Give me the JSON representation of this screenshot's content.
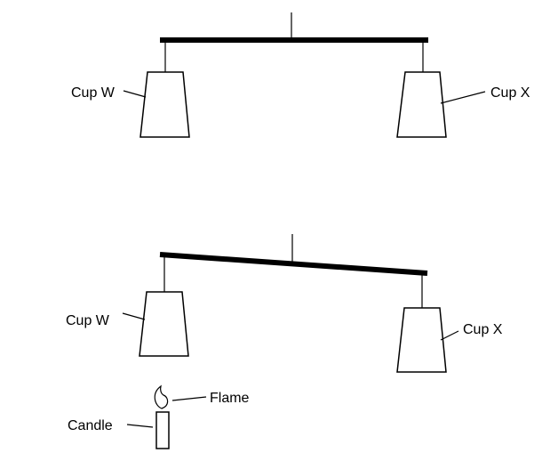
{
  "scene_top": {
    "cup_left_label": "Cup W",
    "cup_right_label": "Cup X"
  },
  "scene_bottom": {
    "cup_left_label": "Cup W",
    "cup_right_label": "Cup X",
    "flame_label": "Flame",
    "candle_label": "Candle"
  },
  "colors": {
    "stroke": "#000000",
    "background": "#ffffff"
  }
}
